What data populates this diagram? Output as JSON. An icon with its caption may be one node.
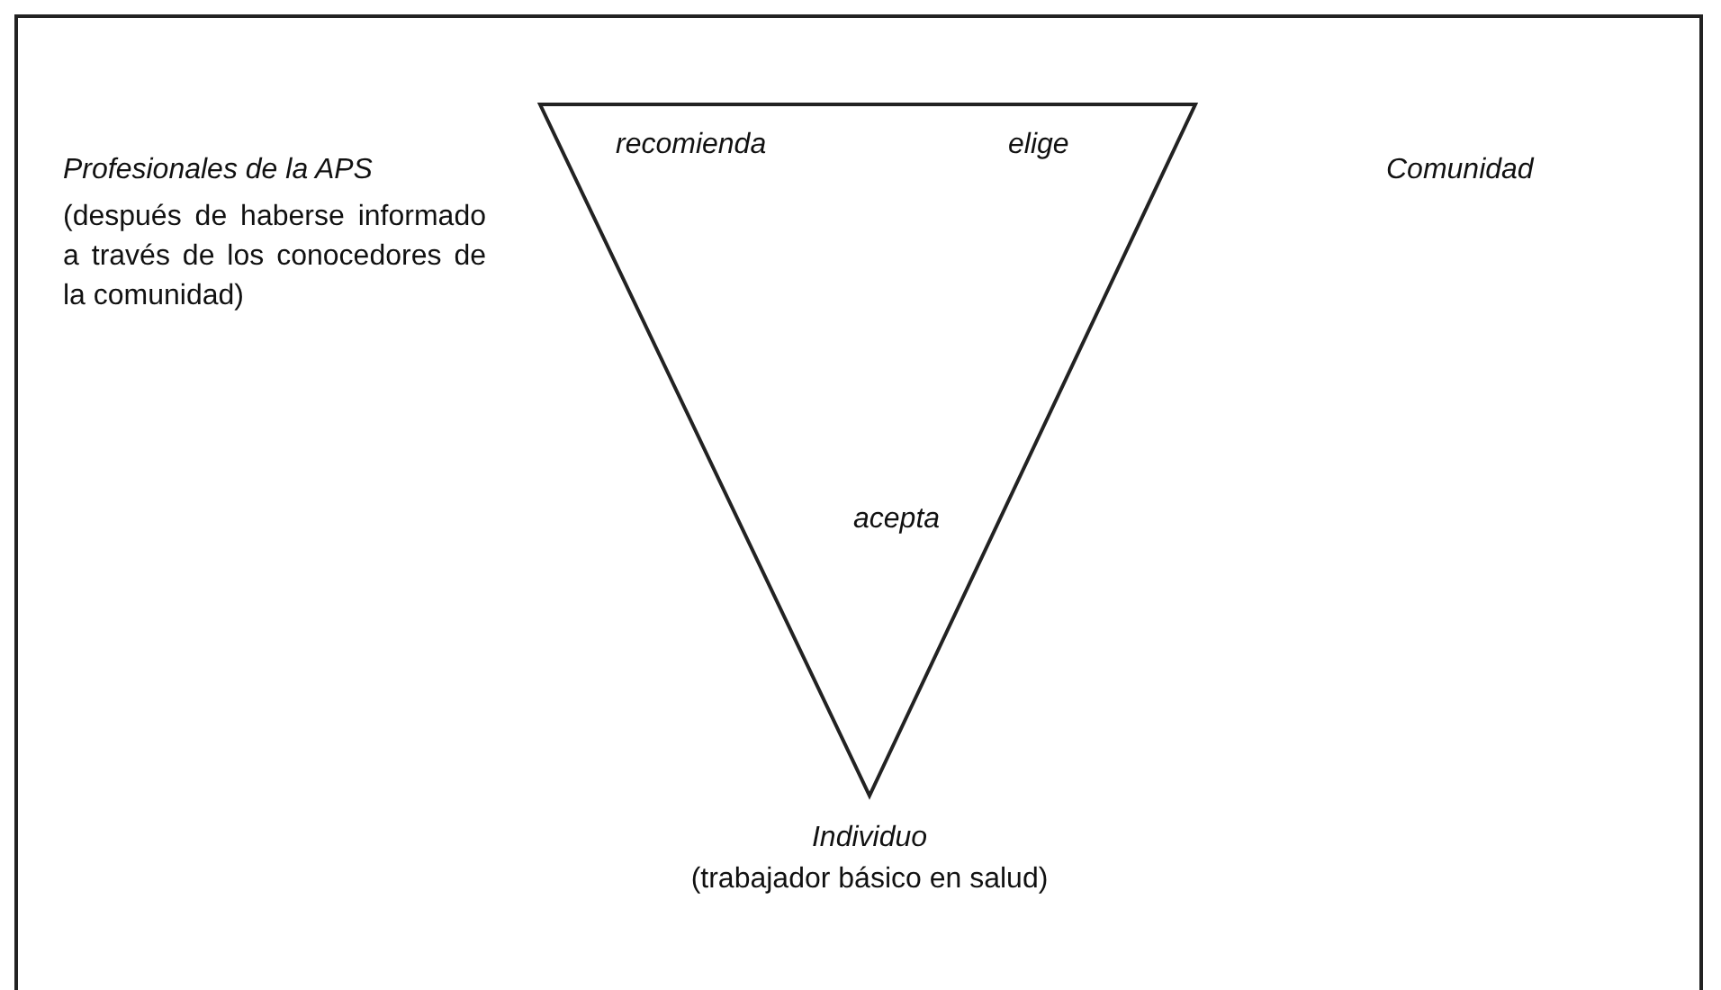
{
  "diagram": {
    "nodes": [
      {
        "text": [
          "recomienda",
          "elige",
          "acepta"
        ]
      }
    ],
    "labels": [
      "Profesionales de la APS",
      "(después de haberse informado a través de los conocedores de la comunidad)",
      "Comunidad",
      "Individuo",
      "(trabajador básico en salud)"
    ]
  }
}
